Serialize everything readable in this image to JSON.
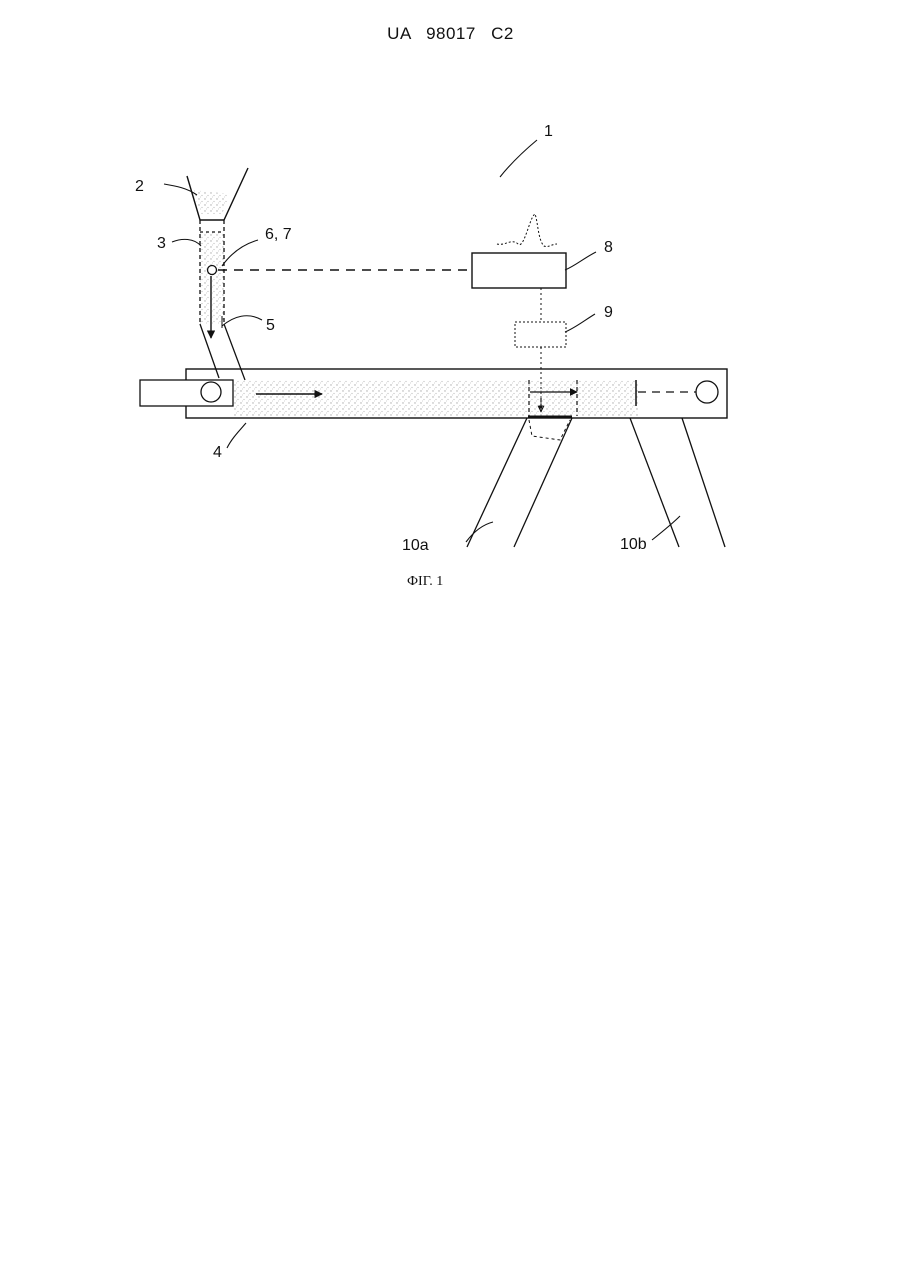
{
  "header": "UA   98017   C2",
  "figure": {
    "caption": "ФІГ. 1",
    "labels": {
      "l1": "1",
      "l2": "2",
      "l3": "3",
      "l4": "4",
      "l5": "5",
      "l67": "6, 7",
      "l8": "8",
      "l9": "9",
      "l10a": "10a",
      "l10b": "10b"
    }
  }
}
